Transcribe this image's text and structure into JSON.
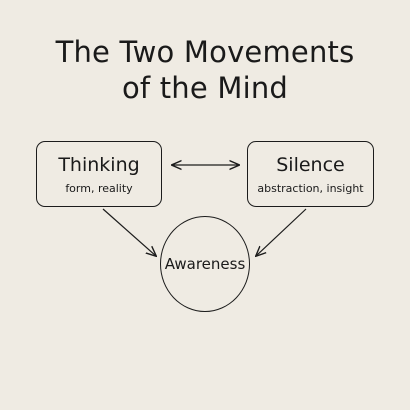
{
  "title": {
    "line1": "The Two Movements",
    "line2": "of the Mind"
  },
  "nodes": {
    "thinking": {
      "label": "Thinking",
      "sub": "form, reality"
    },
    "silence": {
      "label": "Silence",
      "sub": "abstraction, insight"
    },
    "awareness": {
      "label": "Awareness"
    }
  },
  "edges": [
    {
      "from": "thinking",
      "to": "silence",
      "direction": "both"
    },
    {
      "from": "thinking",
      "to": "awareness",
      "direction": "forward"
    },
    {
      "from": "silence",
      "to": "awareness",
      "direction": "forward"
    }
  ],
  "colors": {
    "background": "#efebe3",
    "stroke": "#1c1c1c",
    "text": "#1a1a1a"
  }
}
